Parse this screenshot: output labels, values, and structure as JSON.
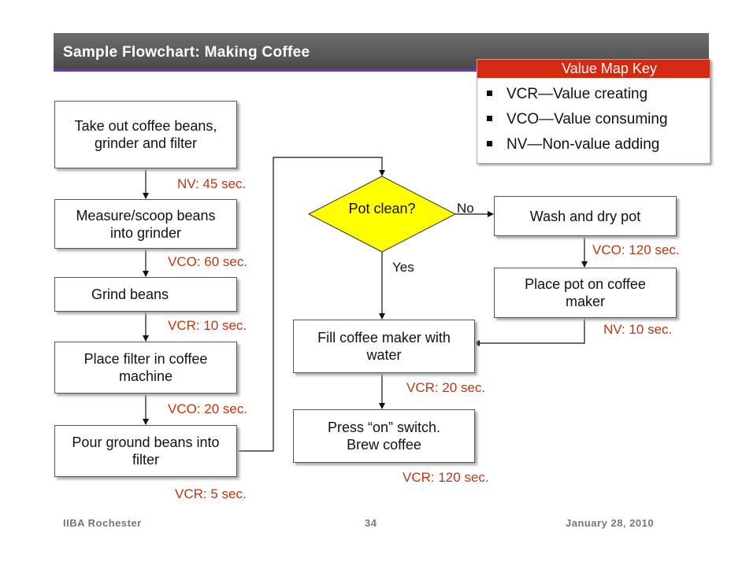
{
  "title": "Sample Flowchart: Making Coffee",
  "key": {
    "heading": "Value Map Key",
    "items": [
      "VCR—Value creating",
      "VCO—Value consuming",
      "NV—Non-value adding"
    ]
  },
  "steps": {
    "take_out": "Take out coffee beans, grinder and filter",
    "measure": "Measure/scoop beans into grinder",
    "grind": "Grind beans",
    "place_filter": "Place filter in coffee machine",
    "pour": "Pour ground beans into filter",
    "decision": "Pot clean?",
    "wash": "Wash and dry pot",
    "place_pot": "Place pot on coffee maker",
    "fill": "Fill coffee maker with water",
    "press": "Press “on” switch. Brew coffee"
  },
  "times": {
    "take_out": "NV: 45 sec.",
    "measure": "VCO: 60 sec.",
    "grind": "VCR: 10 sec.",
    "place_filter": "VCO: 20 sec.",
    "pour": "VCR: 5 sec.",
    "wash": "VCO: 120 sec.",
    "place_pot": "NV: 10 sec.",
    "fill": "VCR: 20 sec.",
    "press": "VCR: 120 sec."
  },
  "branches": {
    "no": "No",
    "yes": "Yes"
  },
  "footer": {
    "left": "IIBA Rochester",
    "center": "34",
    "right": "January 28, 2010"
  },
  "colors": {
    "accent_red": "#c0350e",
    "key_header": "#d42a12",
    "decision_fill": "#ffff00",
    "title_underline": "#6b3fa0"
  }
}
